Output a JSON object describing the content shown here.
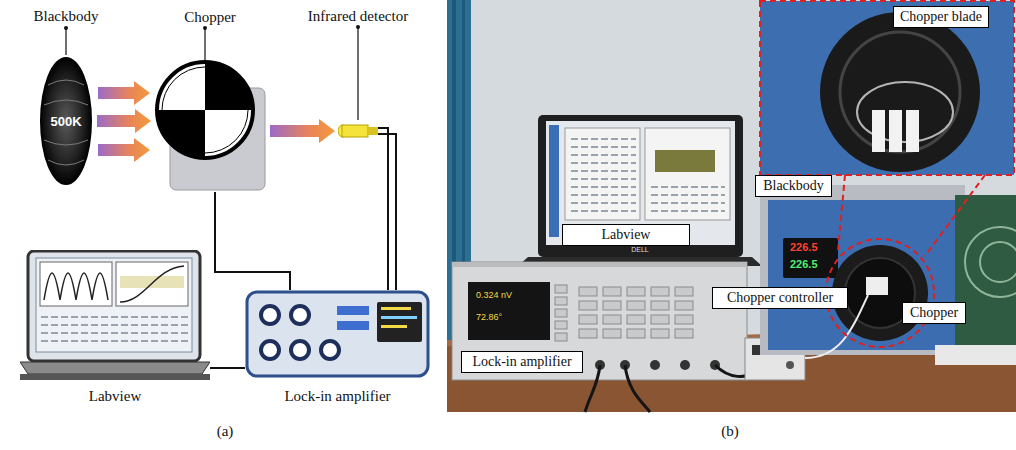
{
  "diagram": {
    "nodes": [
      {
        "text": [
          "Blackbody",
          "500K"
        ]
      },
      {
        "text": [
          "Chopper"
        ]
      },
      {
        "text": [
          "Infrared detector"
        ]
      },
      {
        "text": [
          "Labview"
        ]
      },
      {
        "text": [
          "Lock-in amplifier"
        ]
      },
      {
        "text": [
          "Labview"
        ]
      },
      {
        "text": [
          "Chopper blade"
        ]
      },
      {
        "text": [
          "Blackbody"
        ]
      },
      {
        "text": [
          "Chopper controller"
        ]
      },
      {
        "text": [
          "Chopper"
        ]
      },
      {
        "text": [
          "Lock-in amplifier"
        ]
      }
    ],
    "edges": [
      {
        "from": 0,
        "to": 1,
        "arrow": "to"
      },
      {
        "from": 1,
        "to": 2,
        "arrow": "to"
      },
      {
        "from": 1,
        "to": 4,
        "arrow": "none"
      },
      {
        "from": 2,
        "to": 4,
        "arrow": "none"
      },
      {
        "from": 3,
        "to": 4,
        "arrow": "none"
      }
    ],
    "labels": [
      "(a)",
      "(b)",
      "DELL",
      "0.324 nV",
      "72.86°",
      "226.5",
      "226.5"
    ]
  }
}
